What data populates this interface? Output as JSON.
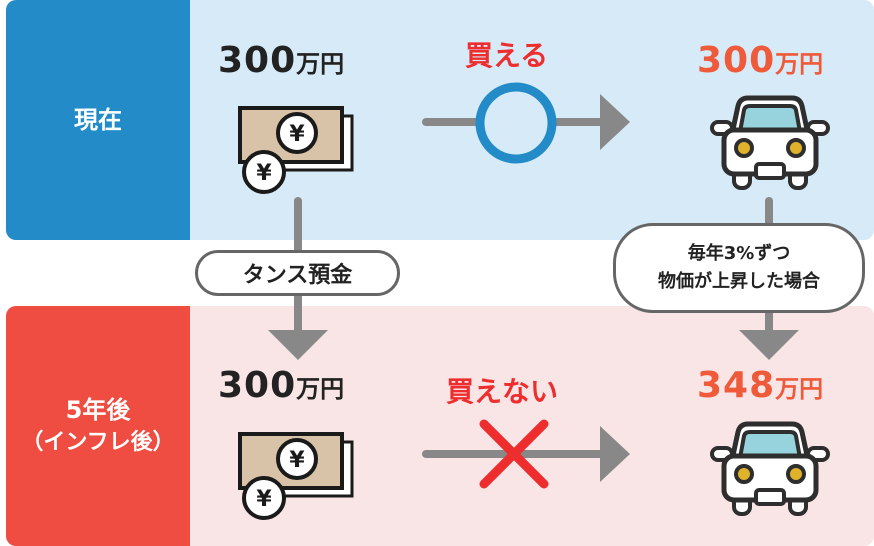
{
  "rows": {
    "current": {
      "label": "現在",
      "money_amount": "300",
      "money_unit": "万円",
      "verdict": "買える",
      "verdict_mark": "circle",
      "car_price_amount": "300",
      "car_price_unit": "万円"
    },
    "future": {
      "label": "5年後",
      "sublabel": "（インフレ後）",
      "money_amount": "300",
      "money_unit": "万円",
      "verdict": "買えない",
      "verdict_mark": "cross",
      "car_price_amount": "348",
      "car_price_unit": "万円"
    }
  },
  "connectors": {
    "savings_label": "タンス預金",
    "inflation_line1": "毎年3%ずつ",
    "inflation_line2": "物価が上昇した場合"
  },
  "icons": {
    "money": "yen-banknote-with-coins-icon",
    "car": "car-front-icon",
    "ok": "circle-ok-icon",
    "ng": "cross-ng-icon"
  },
  "colors": {
    "current_accent": "#238cc8",
    "current_bg": "#d6eaf7",
    "future_accent": "#ef4d41",
    "future_bg": "#f9e5e5",
    "price_text": "#ee5a3a",
    "verdict_text": "#ee2e2e",
    "arrow": "#888888",
    "banknote": "#d8c3a8",
    "car_window": "#96d3dc",
    "car_light": "#e0b22c"
  }
}
